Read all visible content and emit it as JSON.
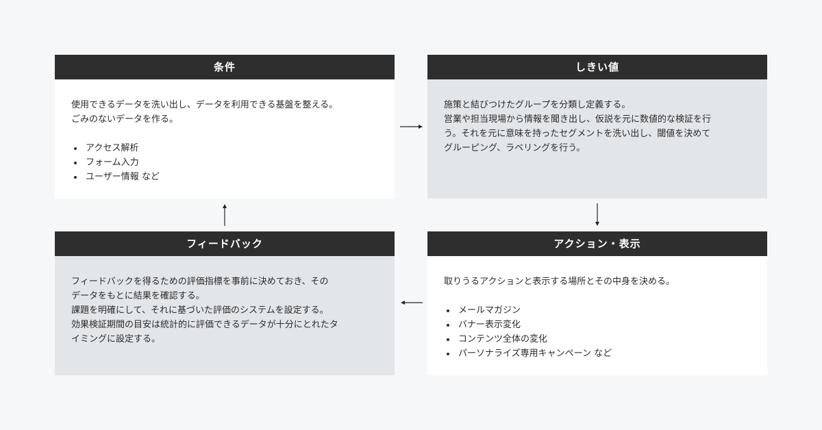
{
  "cards": {
    "conditions": {
      "title": "条件",
      "text": "使用できるデータを洗い出し、データを利用できる基盤を整える。\nごみのないデータを作る。",
      "items": [
        "アクセス解析",
        "フォーム入力",
        "ユーザー情報 など"
      ]
    },
    "threshold": {
      "title": "しきい値",
      "text": "施策と結びつけたグループを分類し定義する。\n営業や担当現場から情報を聞き出し、仮説を元に数値的な検証を行\nう。それを元に意味を持ったセグメントを洗い出し、閾値を決めて\nグルーピング、ラベリングを行う。"
    },
    "action": {
      "title": "アクション・表示",
      "text": "取りうるアクションと表示する場所とその中身を決める。",
      "items": [
        "メールマガジン",
        "バナー表示変化",
        "コンテンツ全体の変化",
        "パーソナライズ専用キャンペーン など"
      ]
    },
    "feedback": {
      "title": "フィードバック",
      "text": "フィードバックを得るための評価指標を事前に決めておき、その\nデータをもとに結果を確認する。\n課題を明確にして、それに基づいた評価のシステムを設定する。\n効果検証期間の目安は統計的に評価できるデータが十分にとれたタ\nイミングに設定する。"
    }
  },
  "colors": {
    "header_bg": "#2e2e2e",
    "card_white": "#ffffff",
    "card_shaded": "#e3e6e9",
    "page_bg": "#f6f7f9"
  }
}
